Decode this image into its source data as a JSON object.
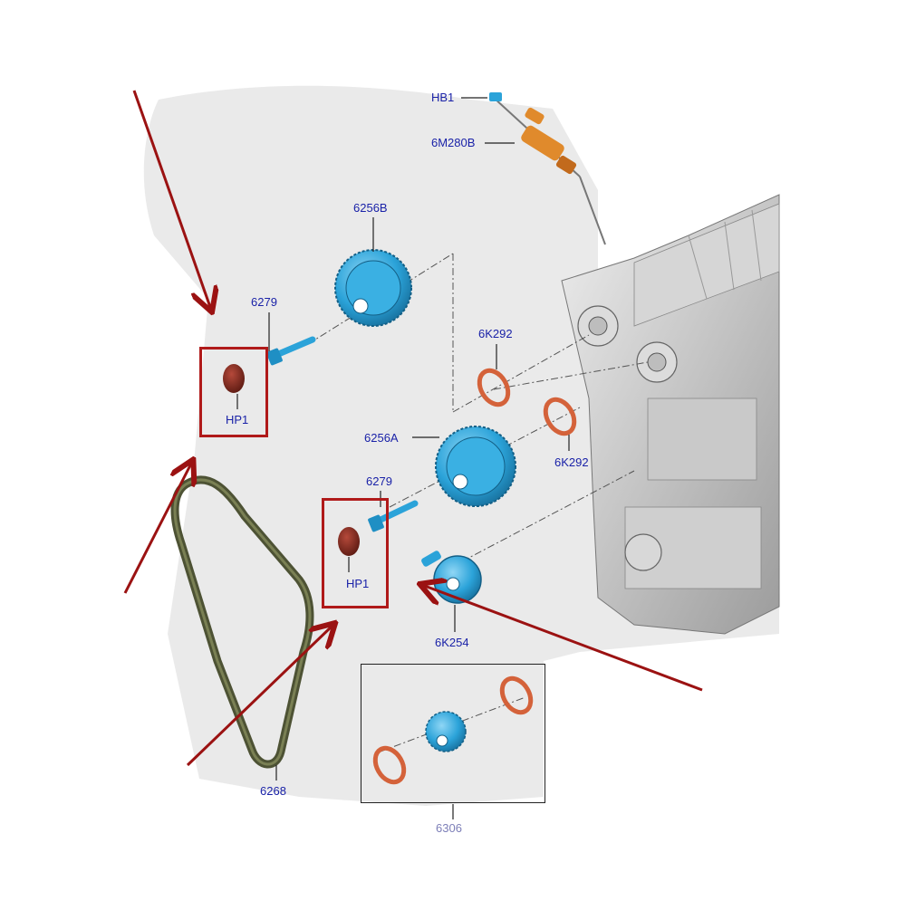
{
  "colors": {
    "label": "#1a22a8",
    "highlight": "#b01a1a",
    "part_blue": "#2ba3d9",
    "part_orange": "#e08a2c",
    "seal_copper": "#d4623a",
    "belt": "#4d5234",
    "plug": "#8a2e22"
  },
  "labels": {
    "hb1_top": "HB1",
    "m280b": "6M280B",
    "sprocket_b": "6256B",
    "bolt_upper": "6279",
    "plug_upper": "HP1",
    "seal_upper": "6K292",
    "sprocket_a": "6256A",
    "seal_lower": "6K292",
    "bolt_lower": "6279",
    "plug_lower": "HP1",
    "tensioner": "6K254",
    "belt": "6268",
    "kit": "6306"
  },
  "icons": {
    "engine": "engine-block-icon",
    "sprocket": "cam-sprocket-icon",
    "bolt": "bolt-icon",
    "plug": "plug-icon",
    "seal": "seal-ring-icon",
    "belt": "timing-belt-icon",
    "tensioner": "tensioner-icon",
    "sensor": "sensor-icon",
    "arrow": "red-arrow-icon"
  }
}
